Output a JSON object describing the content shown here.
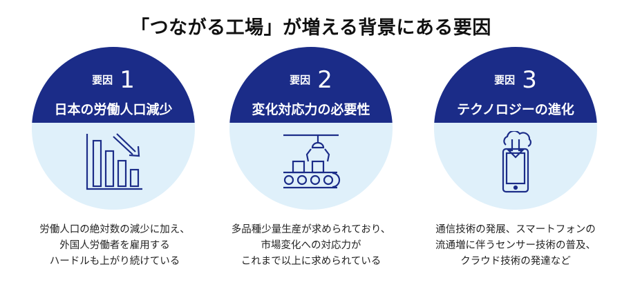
{
  "title": "「つながる工場」が増える背景にある要因",
  "colors": {
    "band": "#1b2c88",
    "circle_fill": "#dff0fa",
    "icon_stroke": "#1b2c88"
  },
  "factors": [
    {
      "keyword": "要因",
      "number": "1",
      "heading": "日本の労働人口減少",
      "icon": "declining-bar-chart-icon",
      "description": [
        "労働人口の絶対数の減少に加え、",
        "外国人労働者を雇用する",
        "ハードルも上がり続けている"
      ]
    },
    {
      "keyword": "要因",
      "number": "2",
      "heading": "変化対応力の必要性",
      "icon": "conveyor-robot-arm-icon",
      "description": [
        "多品種少量生産が求められており、",
        "市場変化への対応力が",
        "これまで以上に求められている"
      ]
    },
    {
      "keyword": "要因",
      "number": "3",
      "heading": "テクノロジーの進化",
      "icon": "cloud-download-smartphone-icon",
      "description": [
        "通信技術の発展、スマートフォンの",
        "流通増に伴うセンサー技術の普及、",
        "クラウド技術の発達など"
      ]
    }
  ]
}
